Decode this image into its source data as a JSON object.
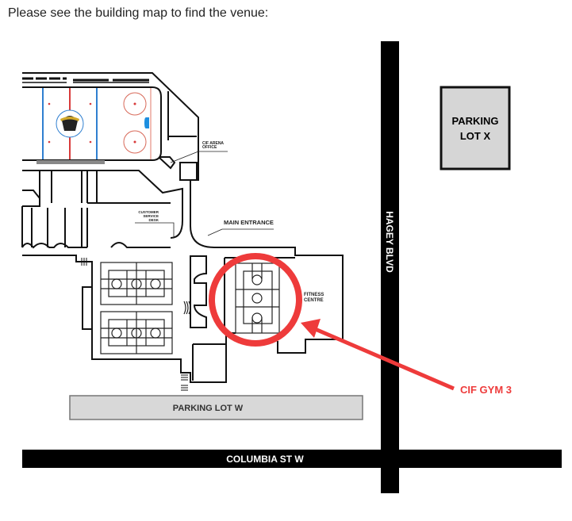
{
  "caption": "Please see the building map to find the venue:",
  "map": {
    "roads": {
      "hagey": "HAGEY BLVD",
      "columbia": "COLUMBIA ST W"
    },
    "parking": {
      "x_line1": "PARKING",
      "x_line2": "LOT X",
      "w": "PARKING LOT W"
    },
    "rooms": {
      "arena_office_1": "CIF ARENA",
      "arena_office_2": "OFFICE",
      "customer_1": "CUSTOMER",
      "customer_2": "SERVICE",
      "customer_3": "DESK",
      "main_entrance": "MAIN ENTRANCE",
      "fitness_1": "FITNESS",
      "fitness_2": "CENTRE"
    },
    "highlight_label": "CIF GYM 3",
    "colors": {
      "highlight": "#ee3b3b",
      "road": "#000000",
      "parking": "#d6d6d6",
      "rink_blue": "#2f7fd0",
      "rink_red": "#d83a3a"
    }
  }
}
